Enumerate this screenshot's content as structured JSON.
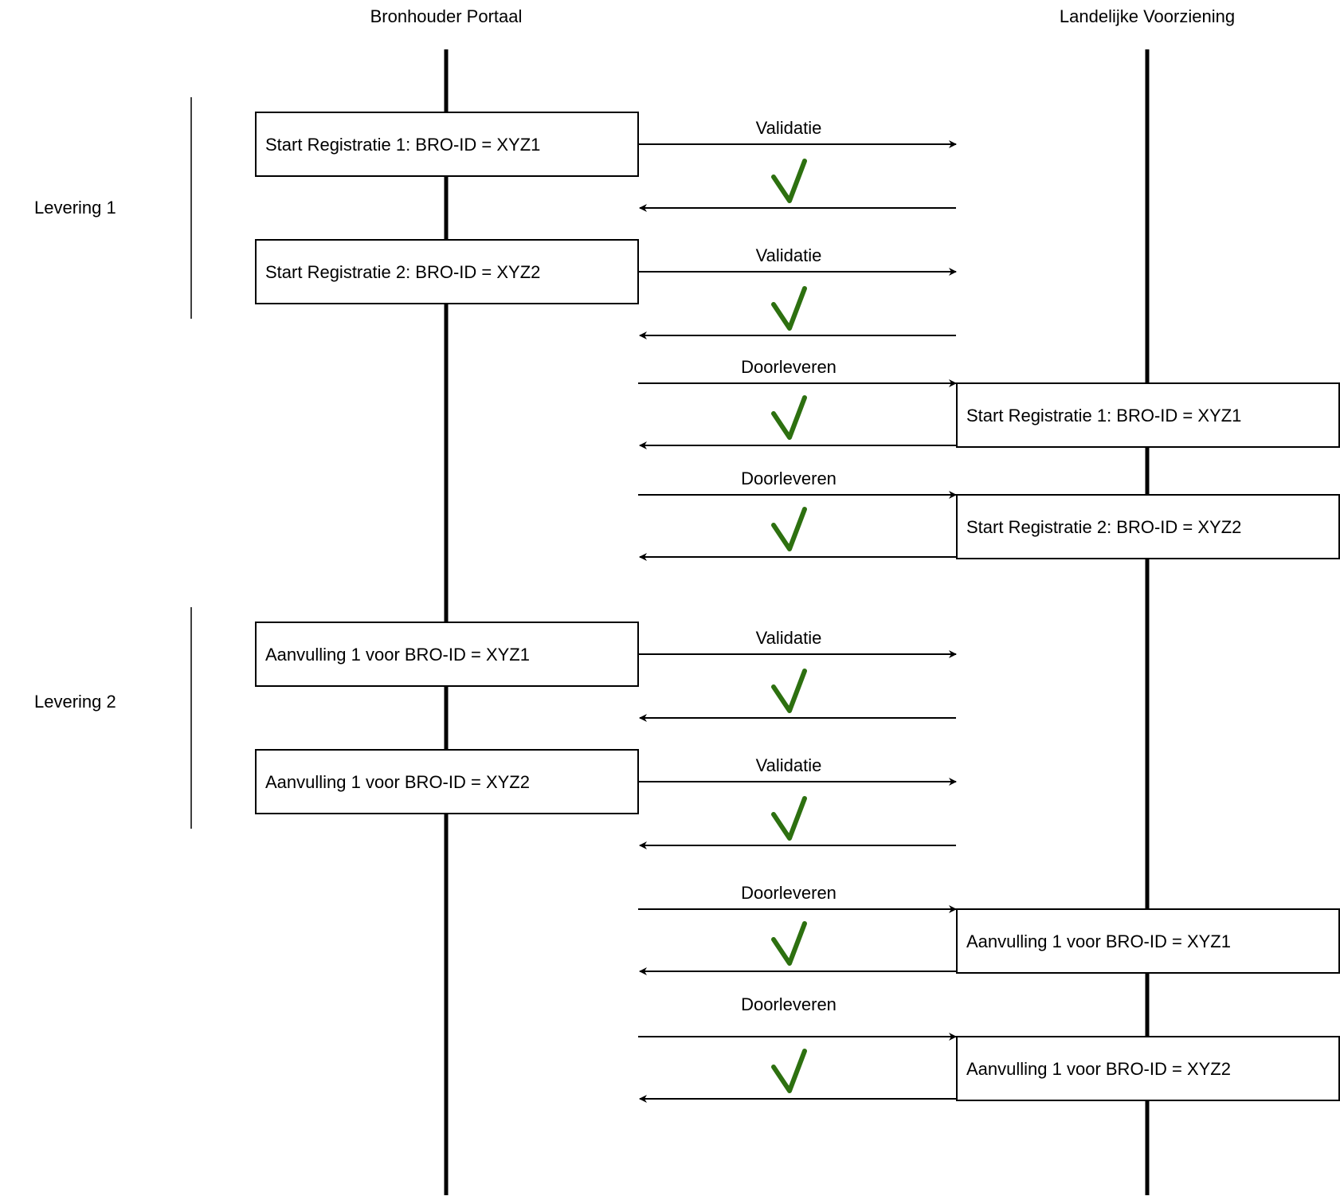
{
  "lanes": [
    {
      "title": "Bronhouder Portaal"
    },
    {
      "title": "Landelijke Voorziening"
    }
  ],
  "groups": [
    {
      "label": "Levering 1"
    },
    {
      "label": "Levering 2"
    }
  ],
  "portal_boxes": [
    {
      "text": "Start Registratie 1: BRO-ID = XYZ1"
    },
    {
      "text": "Start Registratie 2: BRO-ID = XYZ2"
    },
    {
      "text": "Aanvulling 1 voor BRO-ID = XYZ1"
    },
    {
      "text": "Aanvulling 1 voor BRO-ID = XYZ2"
    }
  ],
  "lv_boxes": [
    {
      "text": "Start Registratie 1: BRO-ID = XYZ1"
    },
    {
      "text": "Start Registratie 2: BRO-ID = XYZ2"
    },
    {
      "text": "Aanvulling 1 voor BRO-ID = XYZ1"
    },
    {
      "text": "Aanvulling 1 voor BRO-ID = XYZ2"
    }
  ],
  "messages": [
    {
      "label": "Validatie"
    },
    {
      "label": "Validatie"
    },
    {
      "label": "Doorleveren"
    },
    {
      "label": "Doorleveren"
    },
    {
      "label": "Validatie"
    },
    {
      "label": "Validatie"
    },
    {
      "label": "Doorleveren"
    },
    {
      "label": "Doorleveren"
    }
  ],
  "colors": {
    "check": "#2d7010",
    "line": "#000000"
  },
  "icons": {
    "response_ok": "checkmark-icon"
  }
}
